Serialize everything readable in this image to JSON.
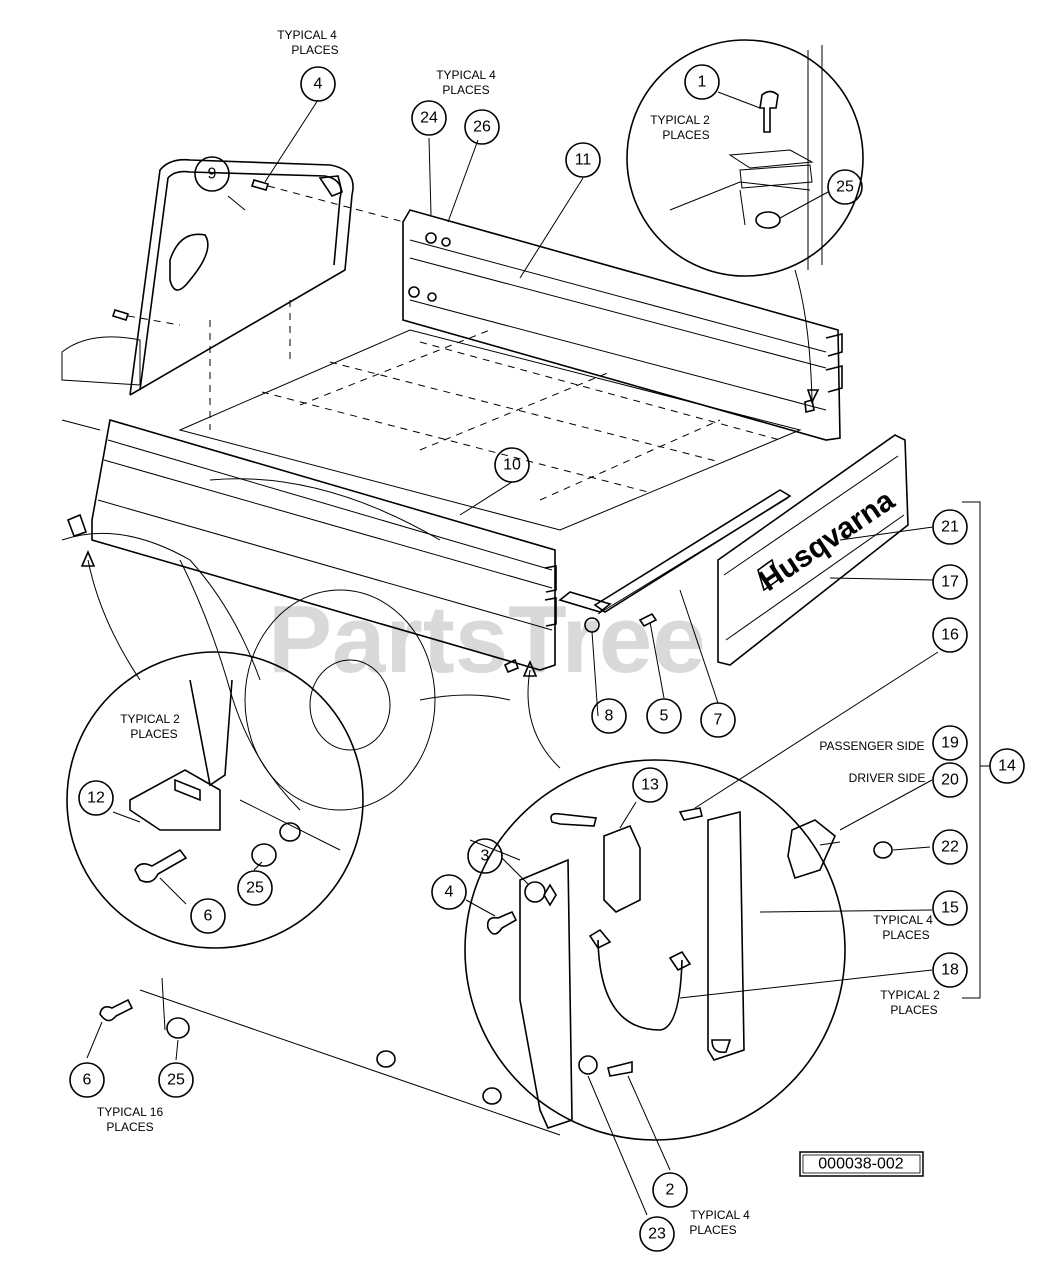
{
  "watermark": "PartsTree",
  "brand": "Husqvarna",
  "drawing_number": "000038-002",
  "callouts": [
    {
      "id": "c-4a",
      "label": "4"
    },
    {
      "id": "c-9",
      "label": "9"
    },
    {
      "id": "c-24",
      "label": "24"
    },
    {
      "id": "c-26",
      "label": "26"
    },
    {
      "id": "c-11",
      "label": "11"
    },
    {
      "id": "c-1",
      "label": "1"
    },
    {
      "id": "c-25a",
      "label": "25"
    },
    {
      "id": "c-10",
      "label": "10"
    },
    {
      "id": "c-21",
      "label": "21"
    },
    {
      "id": "c-17",
      "label": "17"
    },
    {
      "id": "c-16",
      "label": "16"
    },
    {
      "id": "c-8",
      "label": "8"
    },
    {
      "id": "c-5",
      "label": "5"
    },
    {
      "id": "c-7",
      "label": "7"
    },
    {
      "id": "c-19",
      "label": "19"
    },
    {
      "id": "c-20",
      "label": "20"
    },
    {
      "id": "c-14",
      "label": "14"
    },
    {
      "id": "c-13",
      "label": "13"
    },
    {
      "id": "c-3",
      "label": "3"
    },
    {
      "id": "c-4b",
      "label": "4"
    },
    {
      "id": "c-22",
      "label": "22"
    },
    {
      "id": "c-15",
      "label": "15"
    },
    {
      "id": "c-18",
      "label": "18"
    },
    {
      "id": "c-12",
      "label": "12"
    },
    {
      "id": "c-6a",
      "label": "6"
    },
    {
      "id": "c-25b",
      "label": "25"
    },
    {
      "id": "c-6b",
      "label": "6"
    },
    {
      "id": "c-25c",
      "label": "25"
    },
    {
      "id": "c-2",
      "label": "2"
    },
    {
      "id": "c-23",
      "label": "23"
    }
  ],
  "notes": {
    "typical4_top_left": [
      "TYPICAL 4",
      "PLACES"
    ],
    "typical4_top_mid": [
      "TYPICAL 4",
      "PLACES"
    ],
    "typical2_detail_top": [
      "TYPICAL 2",
      "PLACES"
    ],
    "typical2_detail_left": [
      "TYPICAL 2",
      "PLACES"
    ],
    "passenger_side": "PASSENGER SIDE",
    "driver_side": "DRIVER SIDE",
    "typical4_right": [
      "TYPICAL 4",
      "PLACES"
    ],
    "typical2_right": [
      "TYPICAL 2",
      "PLACES"
    ],
    "typical16": [
      "TYPICAL 16",
      "PLACES"
    ],
    "typical4_bottom": [
      "TYPICAL 4",
      "PLACES"
    ]
  }
}
